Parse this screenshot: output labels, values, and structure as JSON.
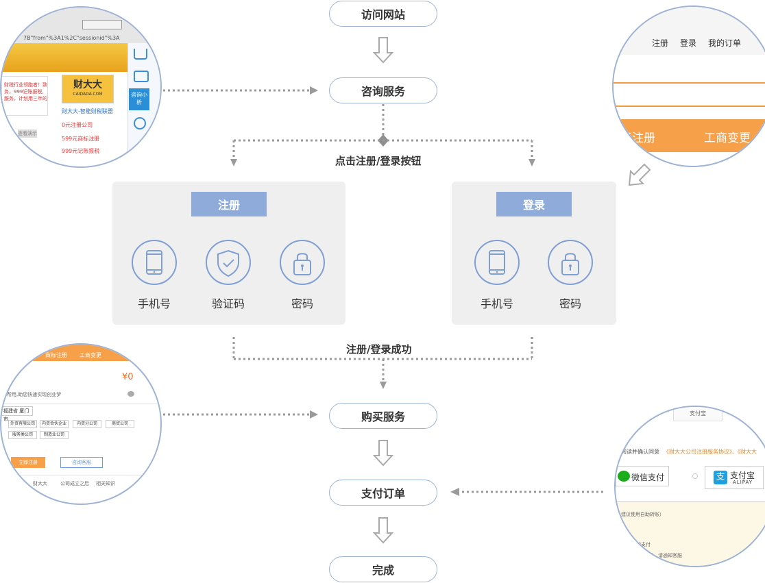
{
  "flow": {
    "step1": "访问网站",
    "step2": "咨询服务",
    "branch_label": "点击注册/登录按钮",
    "register": {
      "title": "注册",
      "items": [
        "手机号",
        "验证码",
        "密码"
      ]
    },
    "login": {
      "title": "登录",
      "items": [
        "手机号",
        "密码"
      ]
    },
    "success_label": "注册/登录成功",
    "step3": "购买服务",
    "step4": "支付订单",
    "step5": "完成"
  },
  "shot_site": {
    "url_text": "7B\"from\"%3A1%2C\"sessionid\"%3A",
    "logo_main": "财大大",
    "logo_sub": "CAIDADA.COM",
    "tagline": "财大大-智能财税联盟",
    "links": [
      "0元注册公司",
      "599元商标注册",
      "999元记账报税"
    ],
    "left_text": [
      "财税行业领跑者！致",
      "务，999记账报税,",
      "服务，计划用三年的"
    ],
    "side_btn": "咨询小析",
    "left_btn": "查看演示"
  },
  "shot_nav": {
    "links": [
      "注册",
      "登录",
      "我的订单"
    ],
    "bar_items": [
      "标注册",
      "工商变更"
    ]
  },
  "shot_buy": {
    "tabs": [
      "商标注册",
      "工商变更"
    ],
    "price": "¥0",
    "slogan": "帮用,助您快速实现创业梦",
    "city": "福建省 厦门市",
    "options": [
      "外资有限公司",
      "内资合伙企业",
      "内资分公司",
      "商贸公司",
      "服务类公司",
      "制造业公司"
    ],
    "btn_primary": "立即注册",
    "btn_secondary": "咨询客服",
    "footer": [
      "财大大",
      "公司成立之后",
      "相关知识"
    ]
  },
  "shot_pay": {
    "top_tab": "支付宝",
    "agree_text": "阅读并确认同意",
    "agree_link": "《财大大公司注册服务协议》、《财大大",
    "wechat": "微信支付",
    "alipay": "支付宝",
    "alipay_en": "ALIPAY",
    "note1": "建议使用自助转账）",
    "note2": "款支付",
    "note3": "后，请通知客服"
  },
  "colors": {
    "accent_blue": "#8eabd9",
    "icon_blue": "#7f9fd3",
    "panel_bg": "#efefef",
    "orange": "#f7a04a"
  }
}
